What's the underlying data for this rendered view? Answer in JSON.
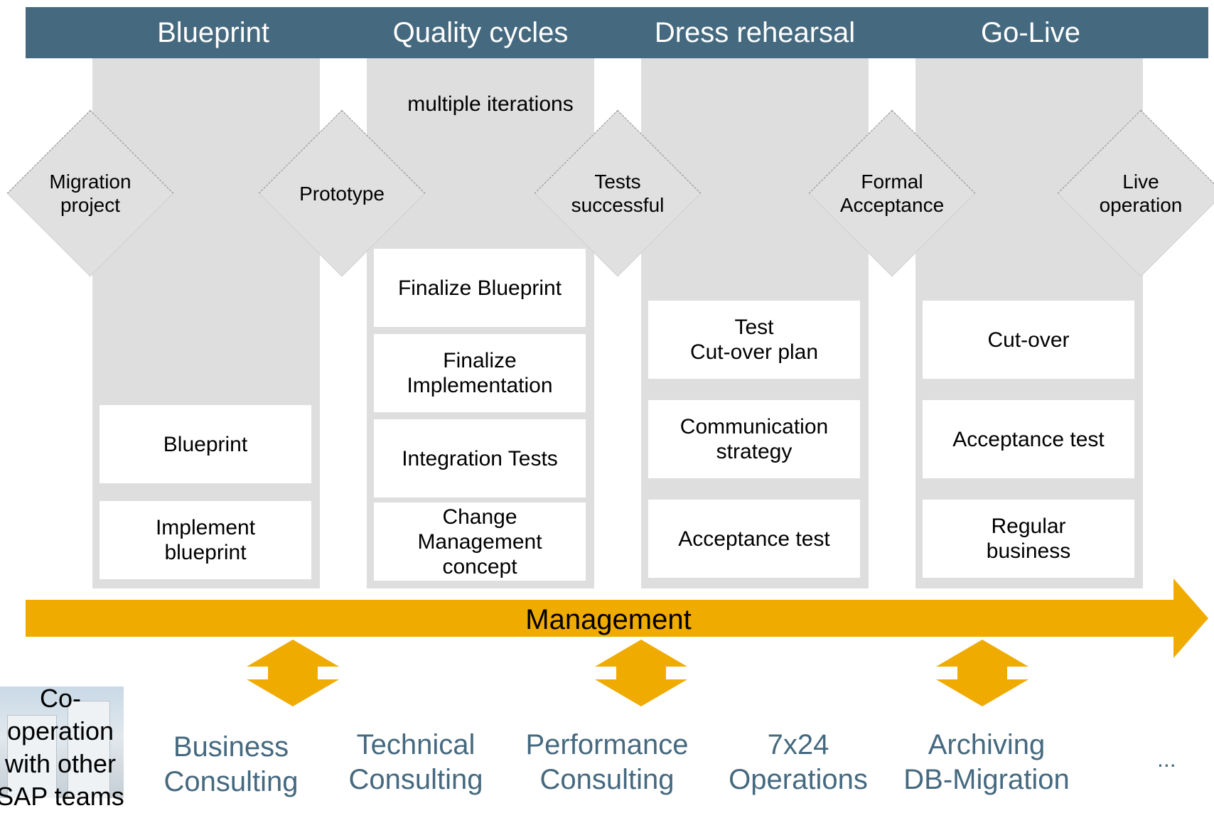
{
  "phases": [
    "Blueprint",
    "Quality cycles",
    "Dress rehearsal",
    "Go-Live"
  ],
  "milestones": [
    "Migration\nproject",
    "Prototype",
    "Tests\nsuccessful",
    "Formal\nAcceptance",
    "Live\noperation"
  ],
  "iterations_label": "multiple iterations",
  "columns": {
    "blueprint": [
      "Blueprint",
      "Implement\nblueprint"
    ],
    "quality_cycles": [
      "Finalize Blueprint",
      "Finalize\nImplementation",
      "Integration Tests",
      "Change\nManagement\nconcept"
    ],
    "dress_rehearsal": [
      "Test\nCut-over plan",
      "Communication\nstrategy",
      "Acceptance test"
    ],
    "go_live": [
      "Cut-over",
      "Acceptance test",
      "Regular\nbusiness"
    ]
  },
  "management_label": "Management",
  "cooperation_label": "Co-\noperation\nwith other\nSAP teams",
  "teams": [
    "Business\nConsulting",
    "Technical\nConsulting",
    "Performance\nConsulting",
    "7x24\nOperations",
    "Archiving\nDB-Migration"
  ],
  "more_label": "...",
  "colors": {
    "header": "#45697f",
    "column": "#dedede",
    "arrow": "#f0ab00",
    "team_text": "#45697f"
  }
}
